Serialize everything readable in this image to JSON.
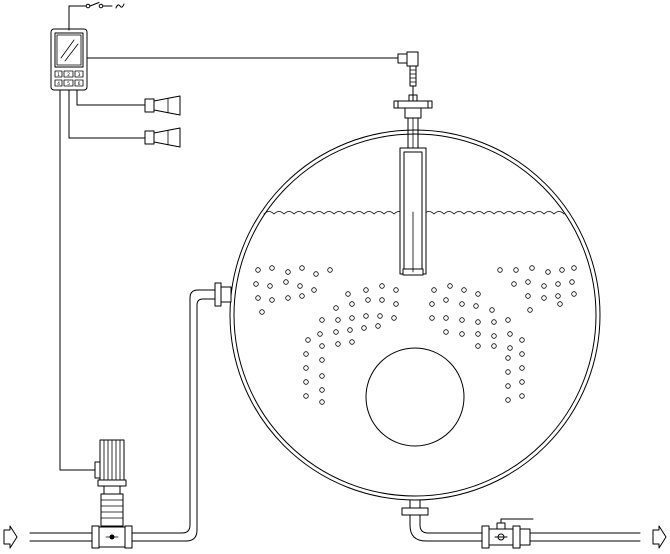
{
  "colors": {
    "line": "#000000",
    "background": "#ffffff"
  },
  "icons": {
    "controller": "control-panel-icon",
    "probe": "level-probe-icon",
    "alarms": "horn-icon",
    "pump": "vertical-pump-icon",
    "valve": "ball-valve-icon",
    "flow": "flow-arrow-icon",
    "power": "power-switch-icon"
  },
  "controller": {
    "keys": [
      "1",
      "2",
      "3",
      "4",
      "5",
      "6"
    ]
  }
}
